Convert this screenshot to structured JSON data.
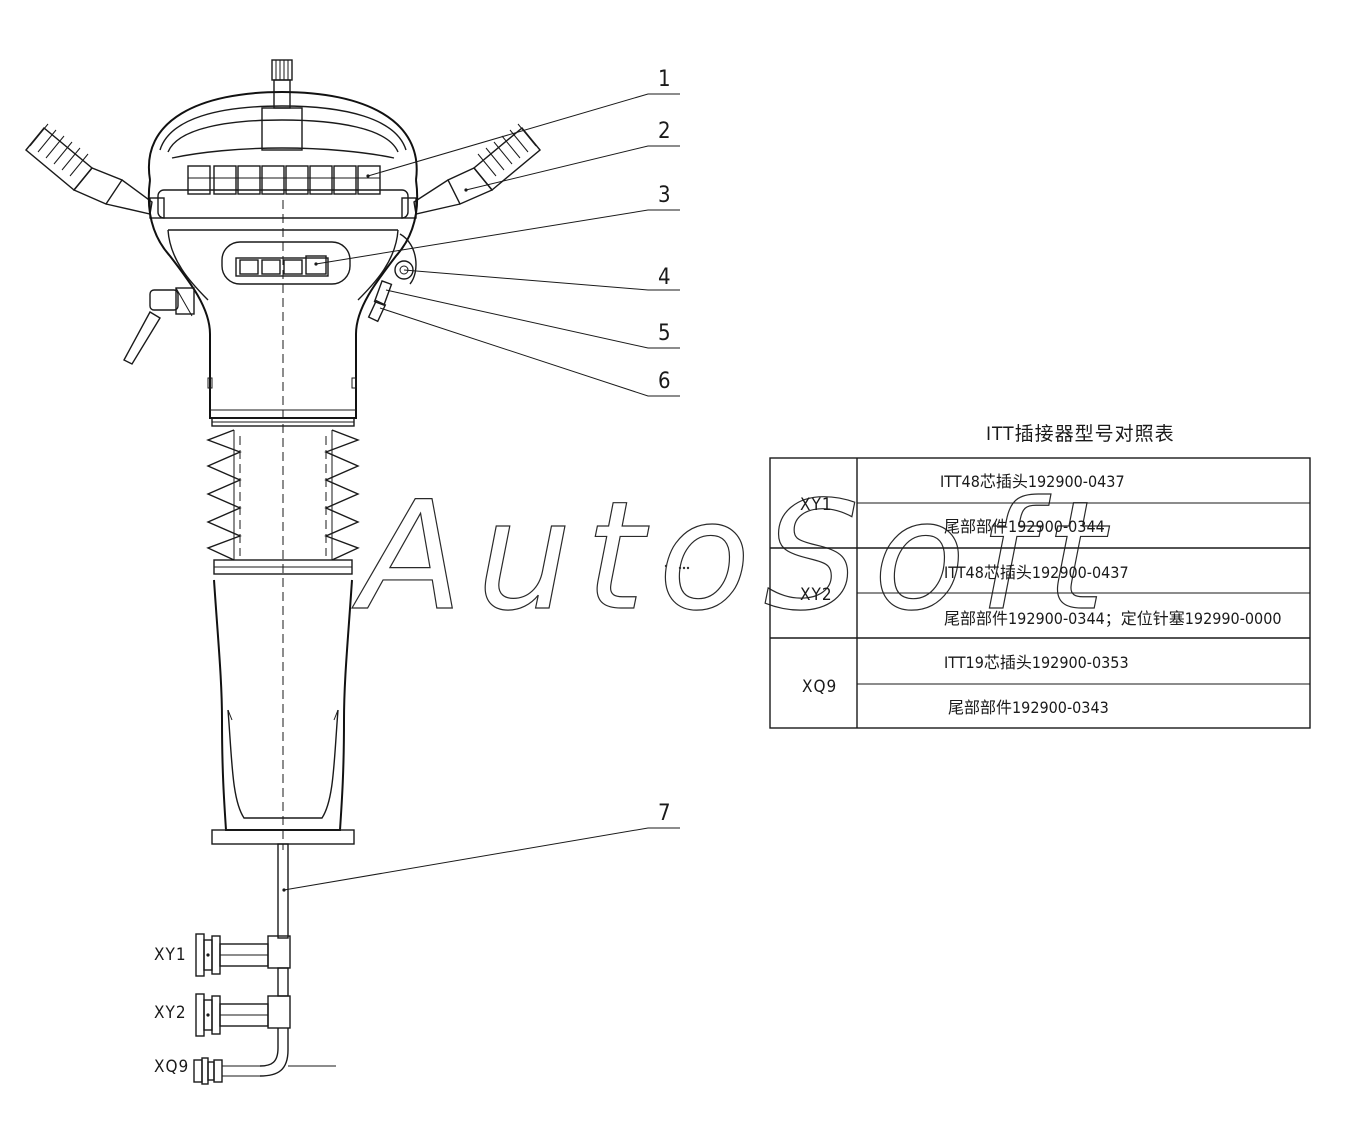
{
  "callouts": [
    "1",
    "2",
    "3",
    "4",
    "5",
    "6",
    "7"
  ],
  "connector_labels": {
    "xy1": "XY1",
    "xy2": "XY2",
    "xq9": "XQ9"
  },
  "table": {
    "title": "ITT插接器型号对照表",
    "groups": [
      {
        "name": "XY1",
        "rows": [
          "ITT48芯插头192900-0437",
          "尾部部件192900-0344"
        ]
      },
      {
        "name": "XY2",
        "rows": [
          "ITT48芯插头192900-0437",
          "尾部部件192900-0344；定位针塞192990-0000"
        ]
      },
      {
        "name": "XQ9",
        "rows": [
          "ITT19芯插头192900-0353",
          "尾部部件192900-0343"
        ]
      }
    ]
  },
  "watermark": "AutoSoft"
}
